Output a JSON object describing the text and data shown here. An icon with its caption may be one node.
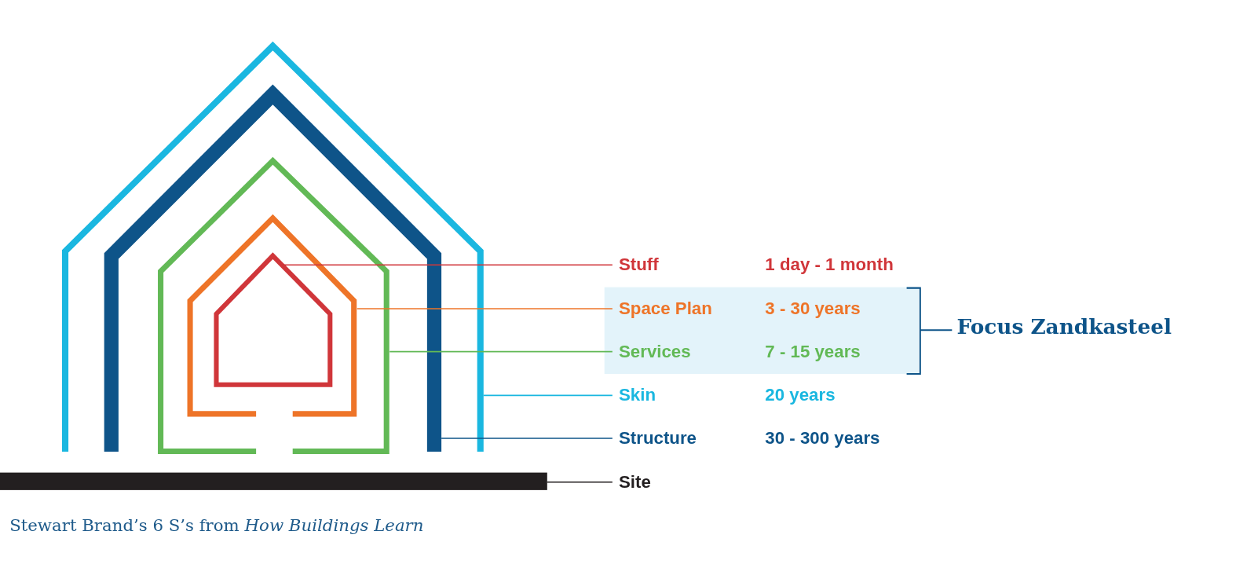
{
  "diagram": {
    "caption": "Stewart Brand’s 6 S’s from *How Buildings Learn*",
    "nodes": [
      {
        "text": [],
        "shape": "house"
      },
      {
        "text": [],
        "shape": "house",
        "in": 0
      },
      {
        "text": [],
        "shape": "house",
        "in": 1
      },
      {
        "text": [],
        "shape": "house",
        "in": 2
      },
      {
        "text": [],
        "shape": "house",
        "in": 3
      },
      {
        "text": [],
        "shape": "bar"
      },
      {
        "text": [
          "Stuff"
        ],
        "beside": [
          "1 day - 1 month"
        ]
      },
      {
        "text": [
          "Space Plan"
        ],
        "beside": [
          "3 - 30 years"
        ]
      },
      {
        "text": [
          "Services"
        ],
        "beside": [
          "7 - 15 years"
        ]
      },
      {
        "text": [
          "Skin"
        ],
        "beside": [
          "20 years"
        ]
      },
      {
        "text": [
          "Structure"
        ],
        "beside": [
          "30 - 300 years"
        ]
      },
      {
        "text": [
          "Site"
        ]
      }
    ],
    "edges": [
      {
        "from": 4,
        "to": 6,
        "arrow": "none",
        "color": "#d0363a"
      },
      {
        "from": 3,
        "to": 7,
        "arrow": "none",
        "color": "#ee7428"
      },
      {
        "from": 2,
        "to": 8,
        "arrow": "none",
        "color": "#62b956"
      },
      {
        "from": 0,
        "to": 9,
        "arrow": "none",
        "color": "#1ab7e0"
      },
      {
        "from": 1,
        "to": 10,
        "arrow": "none",
        "color": "#0e5489"
      },
      {
        "from": 5,
        "to": 11,
        "arrow": "none",
        "color": "#231f20"
      }
    ],
    "labels": [
      "Focus Zandkasteel"
    ]
  }
}
